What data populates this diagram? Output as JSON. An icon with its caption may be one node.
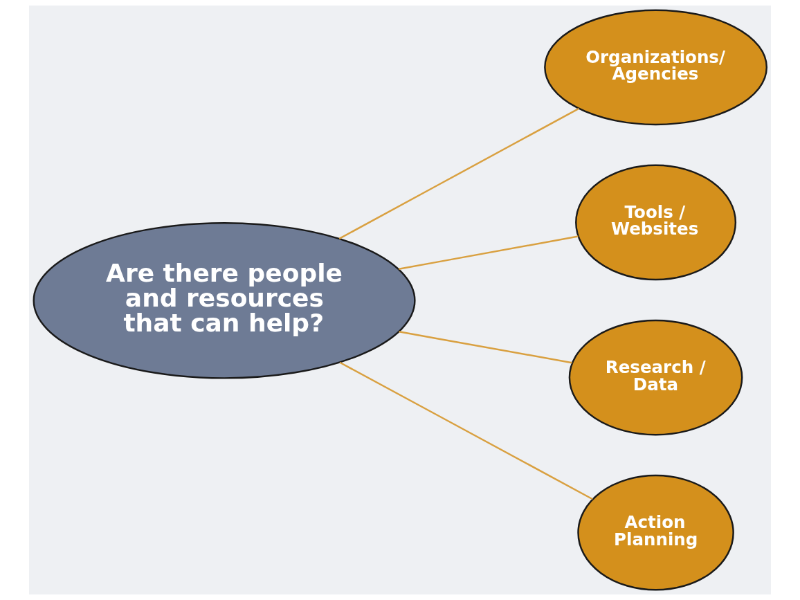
{
  "diagram": {
    "nodes": [
      {
        "text": [
          "Are there people and resources that can help?"
        ]
      },
      {
        "text": [
          "Organizations/ Agencies"
        ]
      },
      {
        "text": [
          "Tools / Websites"
        ]
      },
      {
        "text": [
          "Research / Data"
        ]
      },
      {
        "text": [
          "Action Planning"
        ]
      }
    ],
    "edges": [
      {
        "from": 0,
        "to": 1,
        "arrow": "none"
      },
      {
        "from": 0,
        "to": 2,
        "arrow": "none"
      },
      {
        "from": 0,
        "to": 3,
        "arrow": "none"
      },
      {
        "from": 0,
        "to": 4,
        "arrow": "none"
      }
    ]
  }
}
